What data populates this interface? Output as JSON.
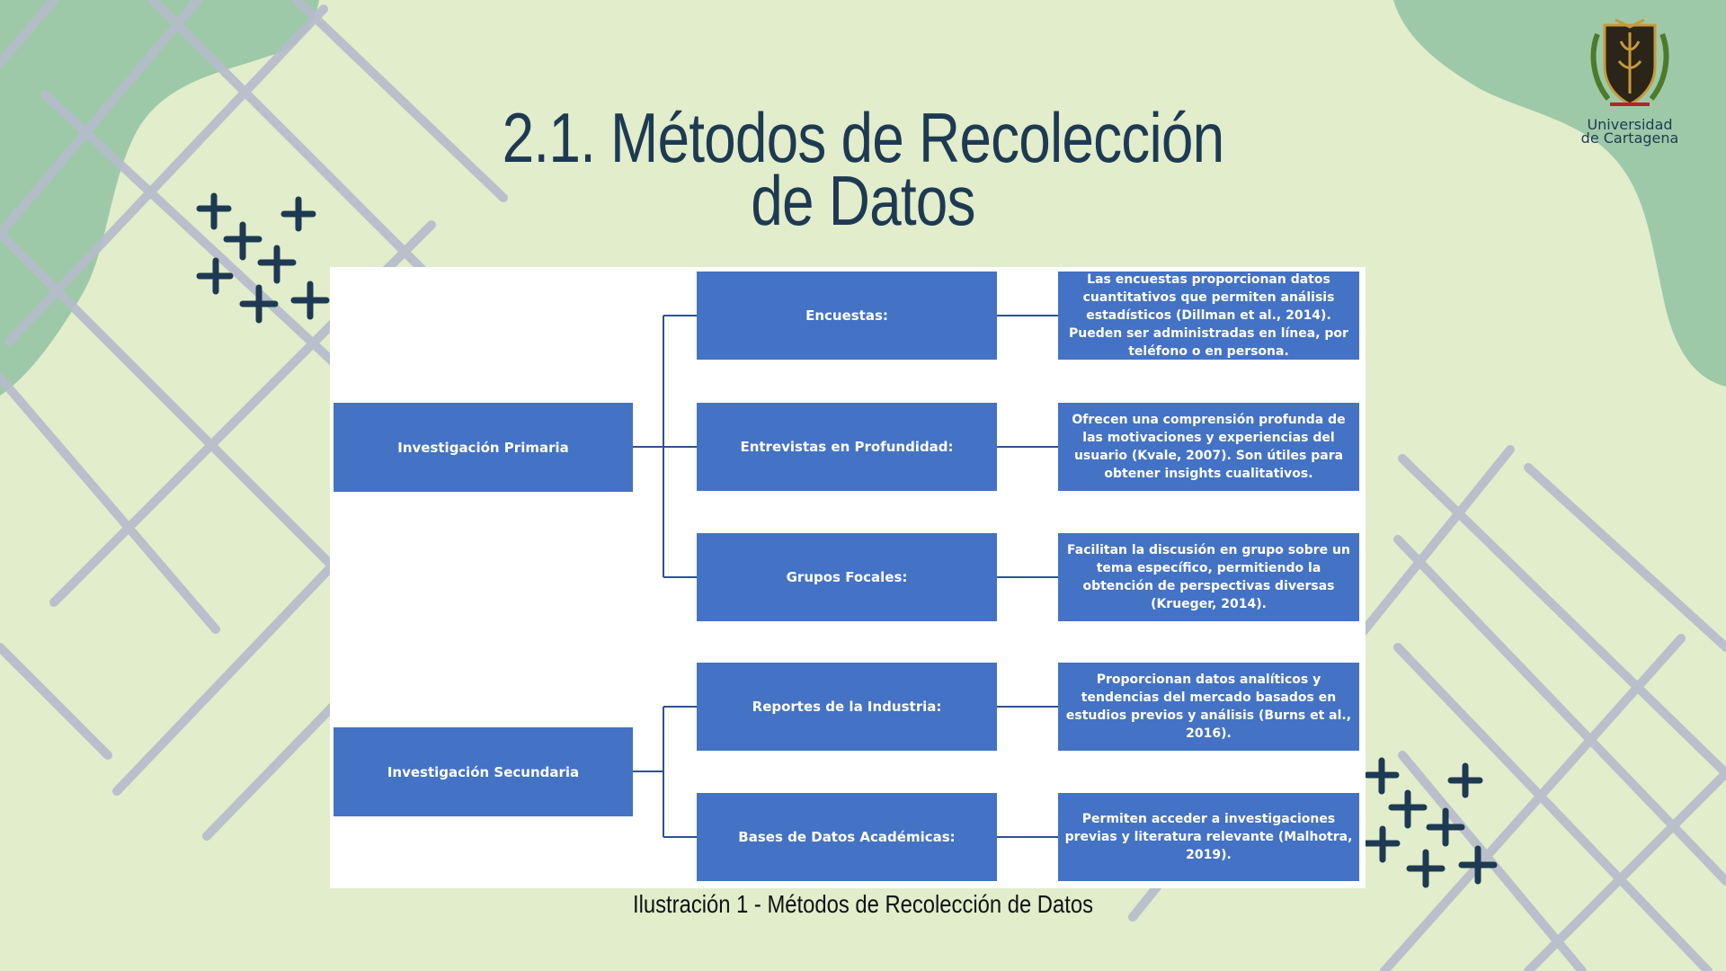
{
  "slide": {
    "title": "2.1. Métodos de Recolección de Datos",
    "caption": "Ilustración 1 - Métodos de Recolección de Datos"
  },
  "logo": {
    "icon": "university-crest-icon",
    "line1": "Universidad",
    "line2": "de Cartagena"
  },
  "diagram": {
    "roots": [
      {
        "label": "Investigación Primaria",
        "children": [
          {
            "label": "Encuestas:",
            "description": "Las encuestas proporcionan datos cuantitativos que permiten análisis estadísticos (Dillman et al., 2014). Pueden ser administradas en línea, por teléfono o en persona."
          },
          {
            "label": "Entrevistas en Profundidad:",
            "description": "Ofrecen una comprensión profunda de las motivaciones y experiencias del usuario (Kvale, 2007). Son útiles para obtener insights cualitativos."
          },
          {
            "label": "Grupos Focales:",
            "description": "Facilitan la discusión en grupo sobre un tema específico, permitiendo la obtención de perspectivas diversas (Krueger, 2014)."
          }
        ]
      },
      {
        "label": "Investigación Secundaria",
        "children": [
          {
            "label": "Reportes de la Industria:",
            "description": "Proporcionan datos analíticos y tendencias del mercado basados en estudios previos y análisis (Burns et al., 2016)."
          },
          {
            "label": "Bases de Datos Académicas:",
            "description": "Permiten acceder a investigaciones previas y literatura relevante (Malhotra, 2019)."
          }
        ]
      }
    ]
  },
  "colors": {
    "background": "#e1edcb",
    "blob": "#9ec9a8",
    "grid_lines": "#b5bccb",
    "sparkle": "#1e3a52",
    "box": "#4472c4",
    "connector": "#2f528f"
  }
}
